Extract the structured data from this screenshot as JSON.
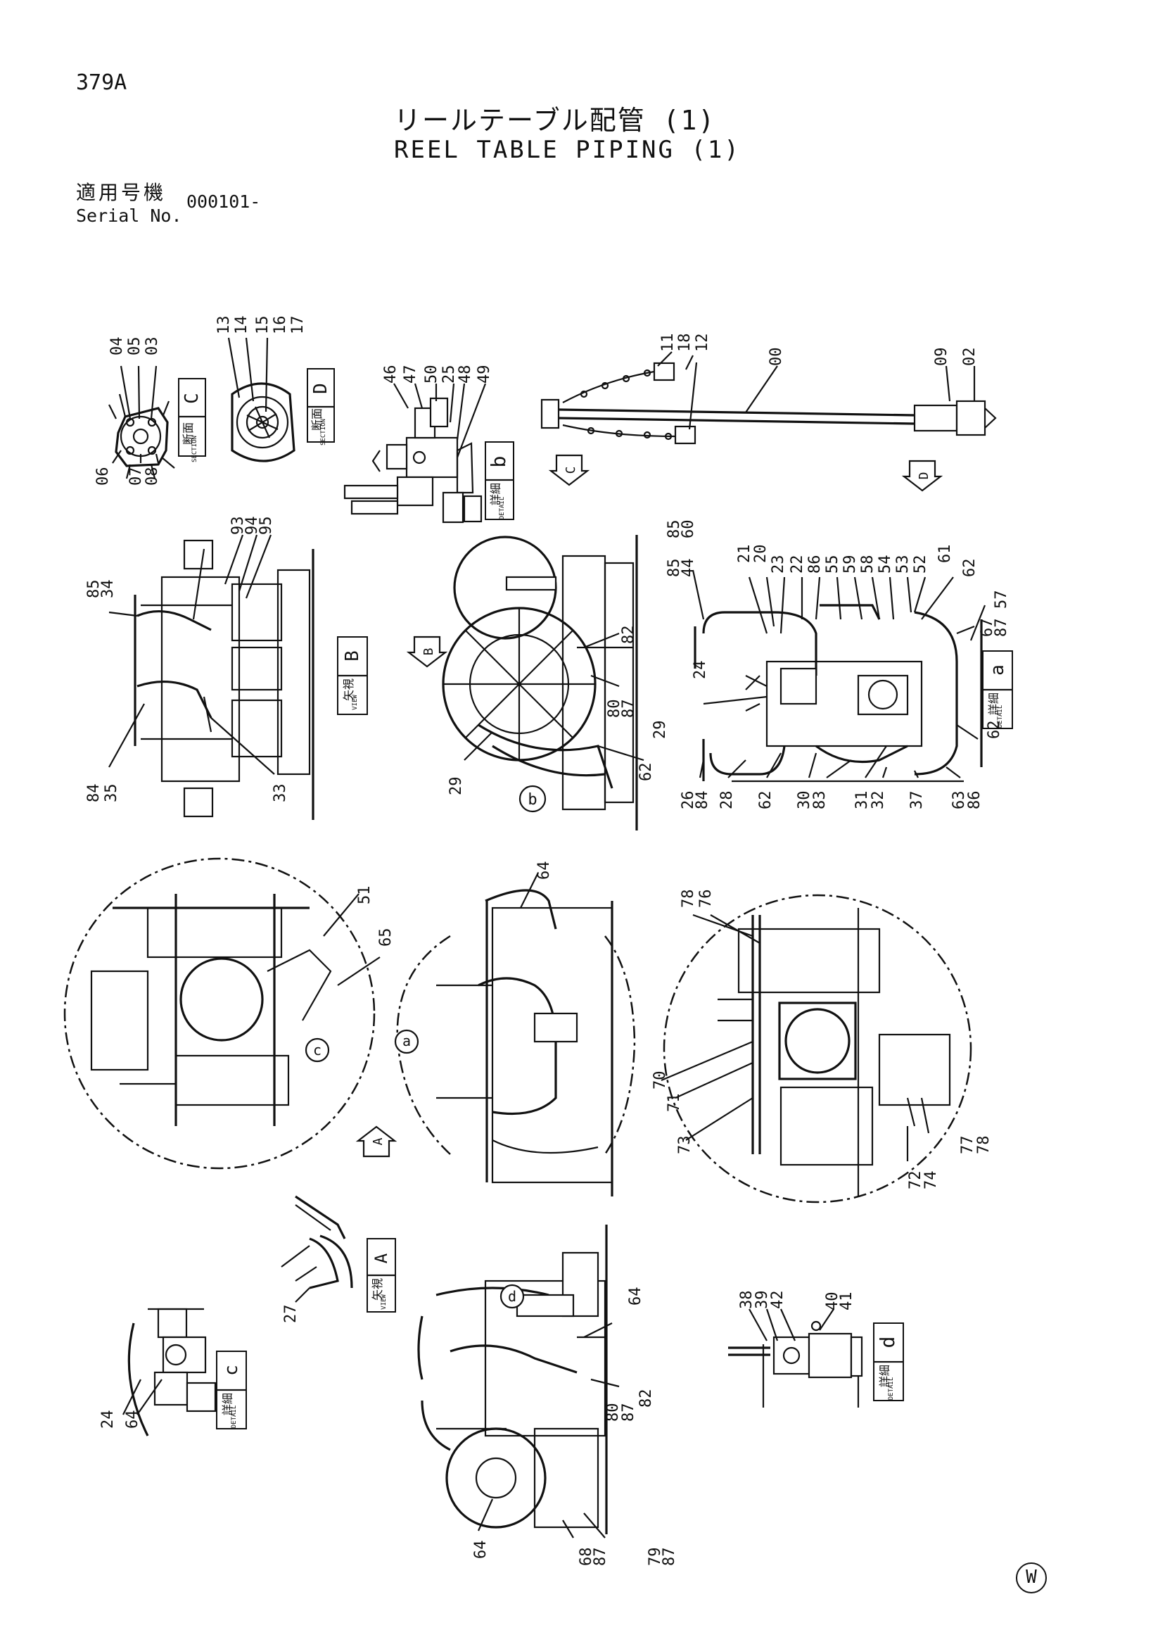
{
  "header": {
    "page_id": "379A",
    "title_jp": "リールテーブル配管 (1)",
    "title_en": "REEL TABLE PIPING (1)",
    "serial_label_jp": "適用号機",
    "serial_label_en": "Serial No.",
    "serial_value": "000101-"
  },
  "footer": {
    "mark": "W"
  },
  "views": {
    "section_c": {
      "jp": "断面",
      "en": "SECTION",
      "letter": "C"
    },
    "section_d": {
      "jp": "断面",
      "en": "SECTION",
      "letter": "D"
    },
    "detail_b": {
      "jp": "詳細",
      "en": "DETAIL",
      "letter": "b"
    },
    "view_b": {
      "jp": "矢視",
      "en": "VIEW",
      "letter": "B"
    },
    "detail_a": {
      "jp": "詳細",
      "en": "DETAIL",
      "letter": "a"
    },
    "view_a": {
      "jp": "矢視",
      "en": "VIEW",
      "letter": "A"
    },
    "detail_c": {
      "jp": "詳細",
      "en": "DETAIL",
      "letter": "c"
    },
    "detail_d": {
      "jp": "詳細",
      "en": "DETAIL",
      "letter": "d"
    }
  },
  "arrows": {
    "c": "C",
    "d": "D",
    "b": "B",
    "a": "A"
  },
  "circle_labels": {
    "b": "b",
    "a": "a",
    "c": "c",
    "d": "d"
  },
  "callouts": {
    "c01": "04",
    "c02": "05",
    "c03": "03",
    "c04": "06",
    "c05": "07",
    "c06": "08",
    "c07": "13",
    "c08": "14",
    "c09": "15",
    "c10": "16",
    "c11": "17",
    "c12": "46",
    "c13": "47",
    "c14": "50",
    "c15": "25",
    "c16": "48",
    "c17": "49",
    "c18": "11",
    "c19": "18",
    "c20": "12",
    "c21": "00",
    "c22": "09",
    "c23": "02",
    "c24": "93",
    "c25": "94",
    "c26": "95",
    "c27": "85",
    "c28": "34",
    "c29": "84",
    "c30": "35",
    "c31": "33",
    "c32": "82",
    "c33": "80",
    "c34": "87",
    "c35": "29",
    "c36": "62",
    "c37": "85",
    "c38": "60",
    "c39": "85",
    "c40": "44",
    "c41": "21",
    "c42": "20",
    "c43": "23",
    "c44": "22",
    "c45": "86",
    "c46": "55",
    "c47": "59",
    "c48": "58",
    "c49": "54",
    "c50": "53",
    "c51": "52",
    "c52": "61",
    "c53": "62",
    "c54": "57",
    "c55": "67",
    "c56": "87",
    "c57": "24",
    "c58": "29",
    "c59": "62",
    "c60": "26",
    "c61": "84",
    "c62": "28",
    "c63": "62",
    "c64": "30",
    "c65": "83",
    "c66": "31",
    "c67": "32",
    "c68": "37",
    "c69": "63",
    "c70": "86",
    "c71": "51",
    "c72": "65",
    "c73": "64",
    "c74": "78",
    "c75": "76",
    "c76": "70",
    "c77": "71",
    "c78": "73",
    "c79": "72",
    "c80": "74",
    "c81": "77",
    "c82": "78",
    "c83": "27",
    "c84": "64",
    "c85": "82",
    "c86": "80",
    "c87": "87",
    "c88": "68",
    "c89": "87",
    "c90": "79",
    "c91": "87",
    "c92": "64",
    "c93": "24",
    "c94": "64",
    "c95": "38",
    "c96": "39",
    "c97": "42",
    "c98": "40",
    "c99": "41"
  }
}
